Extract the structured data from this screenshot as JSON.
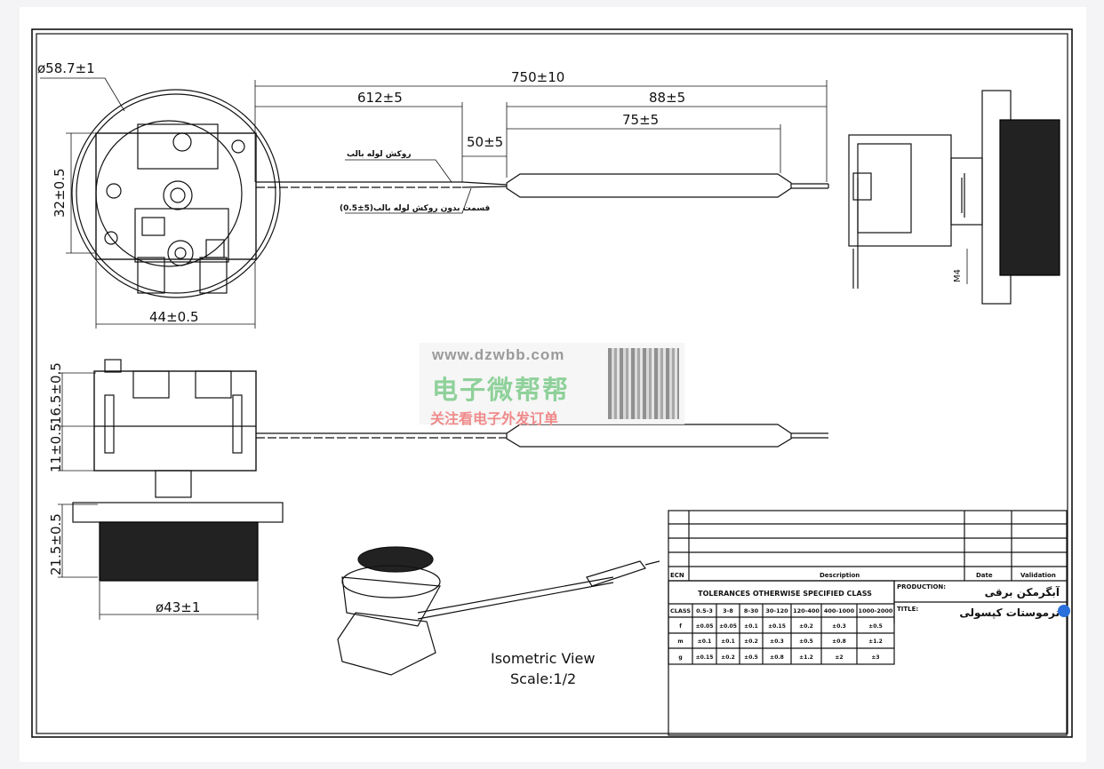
{
  "dimensions": {
    "outer_diameter": "ø58.7±1",
    "total_length": "750±10",
    "cable_length": "612±5",
    "bulb_section": "88±5",
    "bulb_length": "75±5",
    "gap": "50±5",
    "height_32": "32±0.5",
    "width_44": "44±0.5",
    "height_16": "16.5±0.5",
    "height_11": "11±0.5",
    "knob_height": "21.5±0.5",
    "knob_diameter": "ø43±1",
    "thread": "M4"
  },
  "annotations": {
    "braided_tube": "روکش لوله بالب",
    "unbraided_part": "قسمت بدون روکش لوله بالب(5±0.5)"
  },
  "isometric": {
    "title": "Isometric View",
    "scale": "Scale:1/2"
  },
  "watermark": {
    "url": "www.dzwbb.com",
    "name": "电子微帮帮",
    "slogan": "关注看电子外发订单"
  },
  "title_block": {
    "ecn": "ECN",
    "description": "Description",
    "date": "Date",
    "validation": "Validation",
    "production_label": "PRODUCTION:",
    "production_value": "آبگرمکن برقی",
    "title_label": "TITLE:",
    "title_value": "ترموستات کپسولی"
  },
  "tolerances": {
    "heading": "TOLERANCES OTHERWISE SPECIFIED CLASS",
    "columns": [
      "CLASS",
      "0.5-3",
      "3-8",
      "8-30",
      "30-120",
      "120-400",
      "400-1000",
      "1000-2000"
    ],
    "rows": [
      [
        "f",
        "±0.05",
        "±0.05",
        "±0.1",
        "±0.15",
        "±0.2",
        "±0.3",
        "±0.5"
      ],
      [
        "m",
        "±0.1",
        "±0.1",
        "±0.2",
        "±0.3",
        "±0.5",
        "±0.8",
        "±1.2"
      ],
      [
        "g",
        "±0.15",
        "±0.2",
        "±0.5",
        "±0.8",
        "±1.2",
        "±2",
        "±3"
      ]
    ]
  }
}
